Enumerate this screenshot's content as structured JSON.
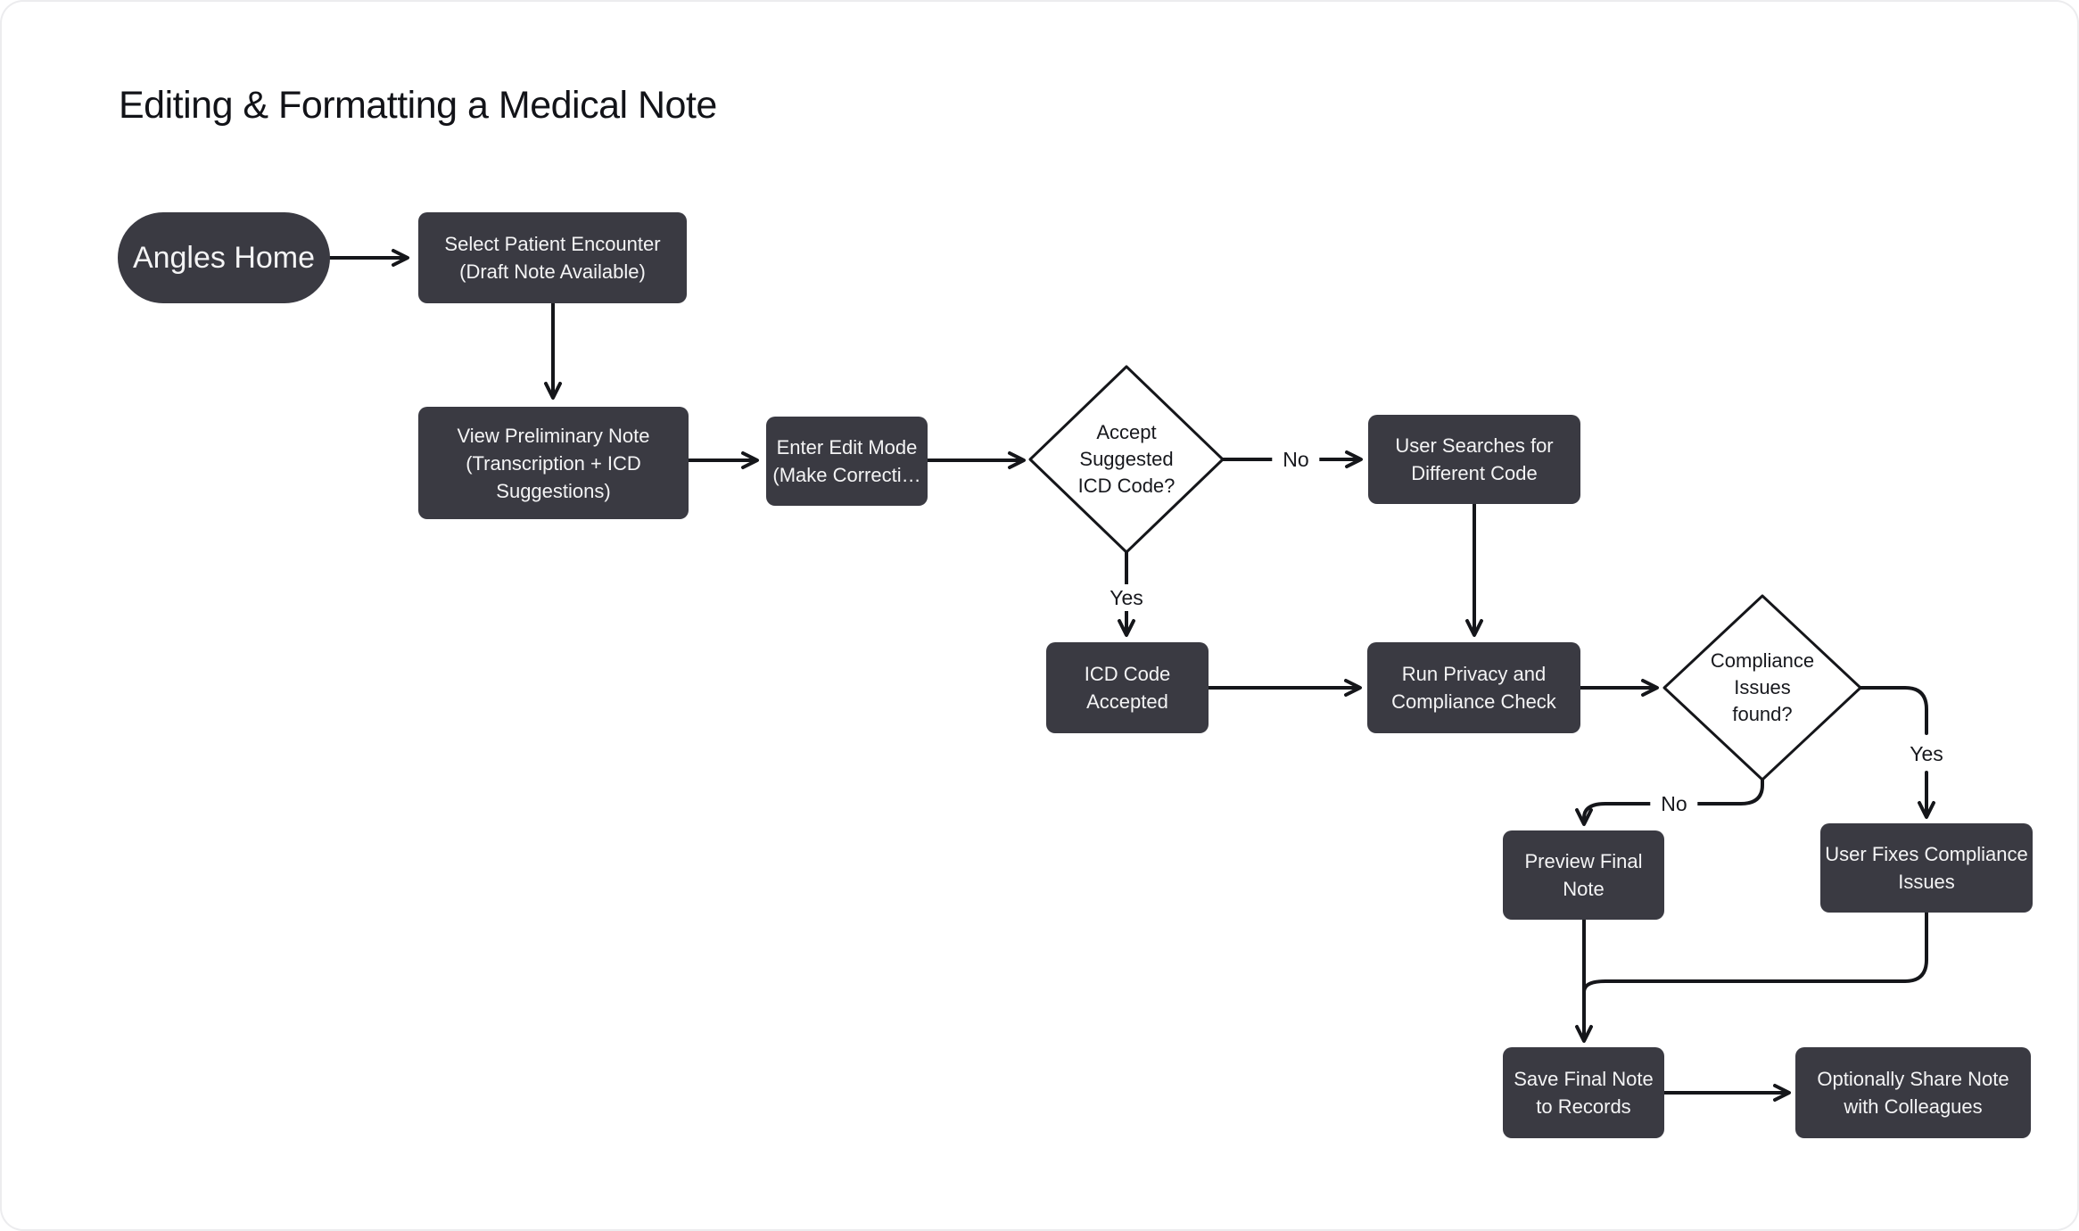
{
  "title": "Editing & Formatting a Medical Note",
  "colors": {
    "canvas-bg": "#ffffff",
    "node-bg": "#3a3a42",
    "node-text": "#f4f4f5",
    "line": "#15161a",
    "diamond-bg": "#ffffff",
    "diamond-border": "#15161a",
    "title-text": "#121318"
  },
  "flowchart": {
    "nodes": {
      "start": {
        "label": "Angles Home"
      },
      "select_encounter": {
        "lines": [
          "Select Patient Encounter",
          "(Draft Note Available)"
        ]
      },
      "view_note": {
        "lines": [
          "View Preliminary Note",
          "(Transcription + ICD",
          "Suggestions)"
        ]
      },
      "edit_mode": {
        "lines": [
          "Enter Edit Mode",
          "(Make Correcti…"
        ]
      },
      "accept_icd": {
        "lines": [
          "Accept",
          "Suggested",
          "ICD Code?"
        ]
      },
      "search_code": {
        "lines": [
          "User Searches for",
          "Different Code"
        ]
      },
      "icd_accepted": {
        "lines": [
          "ICD Code",
          "Accepted"
        ]
      },
      "privacy_check": {
        "lines": [
          "Run Privacy and",
          "Compliance Check"
        ]
      },
      "compliance_issues": {
        "lines": [
          "Compliance",
          "Issues",
          "found?"
        ]
      },
      "preview_note": {
        "lines": [
          "Preview Final",
          "Note"
        ]
      },
      "fix_issues": {
        "lines": [
          "User Fixes Compliance",
          "Issues"
        ]
      },
      "save_note": {
        "lines": [
          "Save Final Note",
          "to Records"
        ]
      },
      "share_note": {
        "lines": [
          "Optionally Share Note",
          "with Colleagues"
        ]
      }
    },
    "edge_labels": {
      "accept_no": "No",
      "accept_yes": "Yes",
      "issues_no": "No",
      "issues_yes": "Yes"
    }
  }
}
